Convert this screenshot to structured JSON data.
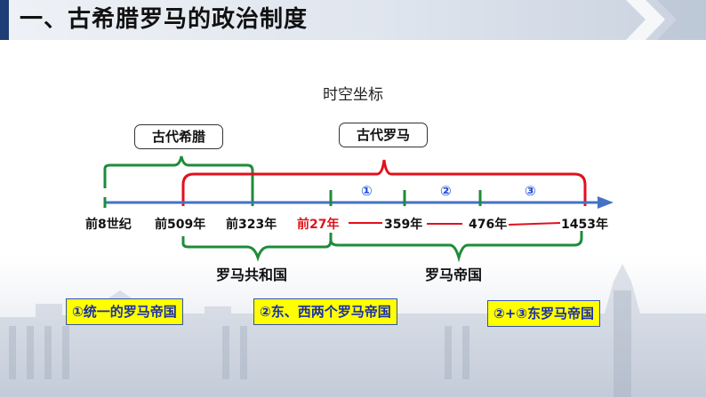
{
  "header": {
    "title": "一、古希腊罗马的政治制度"
  },
  "subtitle": "时空坐标",
  "labels": {
    "greece": "古代希腊",
    "rome": "古代罗马"
  },
  "ticks": [
    "前8世纪",
    "前509年",
    "前323年",
    "前27年",
    "359年",
    "476年",
    "1453年"
  ],
  "segments": [
    "①",
    "②",
    "③"
  ],
  "periods": {
    "republic": "罗马共和国",
    "empire": "罗马帝国"
  },
  "badges": [
    "①统一的罗马帝国",
    "②东、西两个罗马帝国",
    "②+③东罗马帝国"
  ],
  "colors": {
    "axis": "#4472c4",
    "greece": "#1e8c3a",
    "rome": "#e3101c",
    "header_accent": "#1f3e76"
  }
}
